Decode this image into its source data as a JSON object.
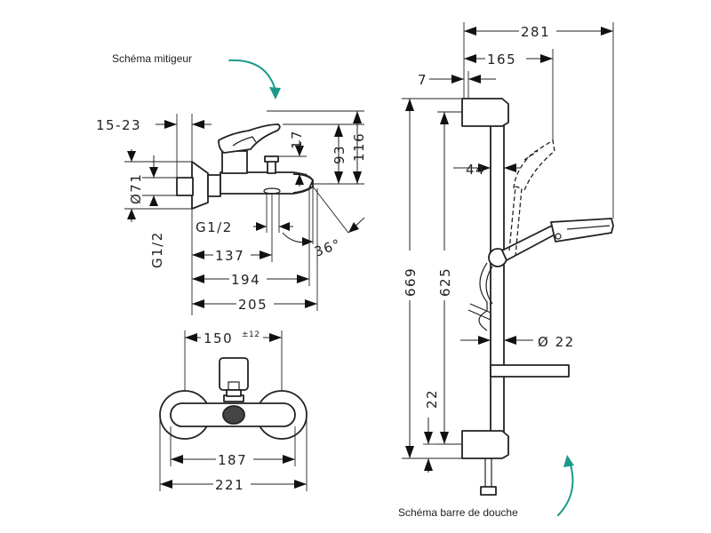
{
  "annotations": {
    "mixer_schematic": "Schéma mitigeur",
    "shower_bar_schematic": "Schéma barre de douche"
  },
  "mixer_side_view": {
    "dims": {
      "d_15_23": "15-23",
      "d_93": "93",
      "d_116": "116",
      "d_17": "17",
      "d_71": "Ø71",
      "d_g12_vertical": "G1/2",
      "d_g12_outlet": "G1/2",
      "d_36": "36°",
      "d_137": "137",
      "d_194": "194",
      "d_205": "205"
    }
  },
  "mixer_front_view": {
    "dims": {
      "d_150": "150",
      "d_150_tol": "±12",
      "d_187": "187",
      "d_221": "221"
    }
  },
  "shower_bar": {
    "dims": {
      "d_281": "281",
      "d_165": "165",
      "d_7": "7",
      "d_44": "44",
      "d_669": "669",
      "d_625": "625",
      "d_22_diam": "Ø 22",
      "d_22": "22"
    }
  },
  "colors": {
    "line": "#222222",
    "accent_arrow": "#1a9a8a"
  },
  "icons": [
    "curved-arrow-icon",
    "curved-arrow-icon"
  ]
}
